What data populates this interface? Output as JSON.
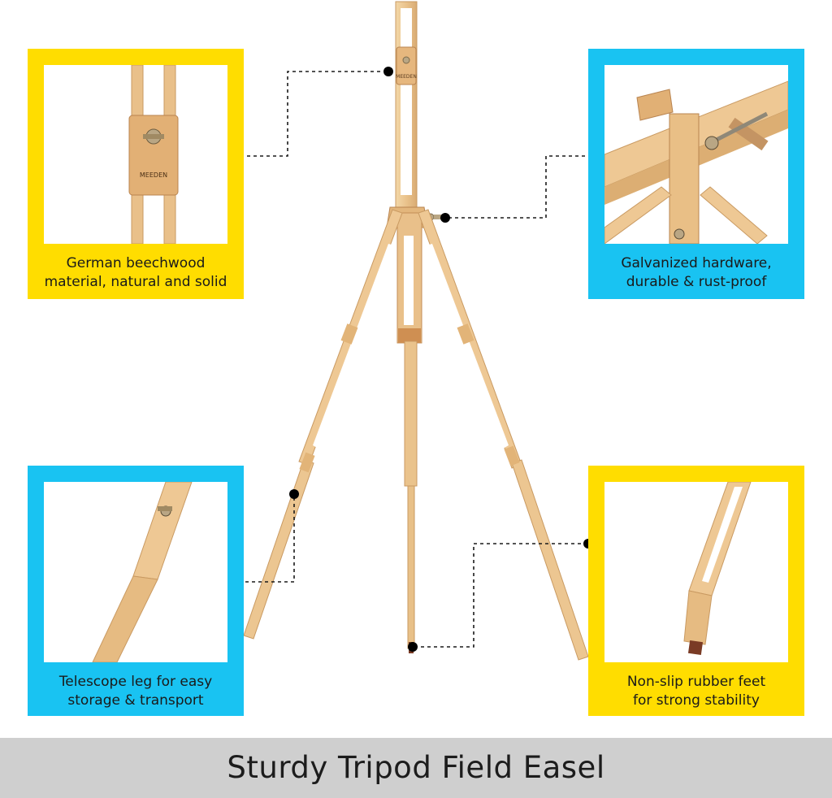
{
  "colors": {
    "yellow": "#ffdd00",
    "cyan": "#19c3f2",
    "wood_light": "#f0cf9d",
    "wood_mid": "#e1b37a",
    "wood_dark": "#b98450",
    "hardware": "#b9a684",
    "rubber": "#7a3b25",
    "footer": "#cfcfcf"
  },
  "product": {
    "brand_label": "MEEDEN",
    "title": "Sturdy Tripod Field Easel"
  },
  "callouts": {
    "top_left": {
      "color": "yellow",
      "caption_line1": "German beechwood",
      "caption_line2": "material, natural and solid"
    },
    "top_right": {
      "color": "cyan",
      "caption_line1": "Galvanized hardware,",
      "caption_line2": "durable & rust-proof"
    },
    "bottom_left": {
      "color": "cyan",
      "caption_line1": "Telescope leg for easy",
      "caption_line2": "storage & transport"
    },
    "bottom_right": {
      "color": "yellow",
      "caption_line1": "Non-slip rubber feet",
      "caption_line2": "for strong stability"
    }
  }
}
